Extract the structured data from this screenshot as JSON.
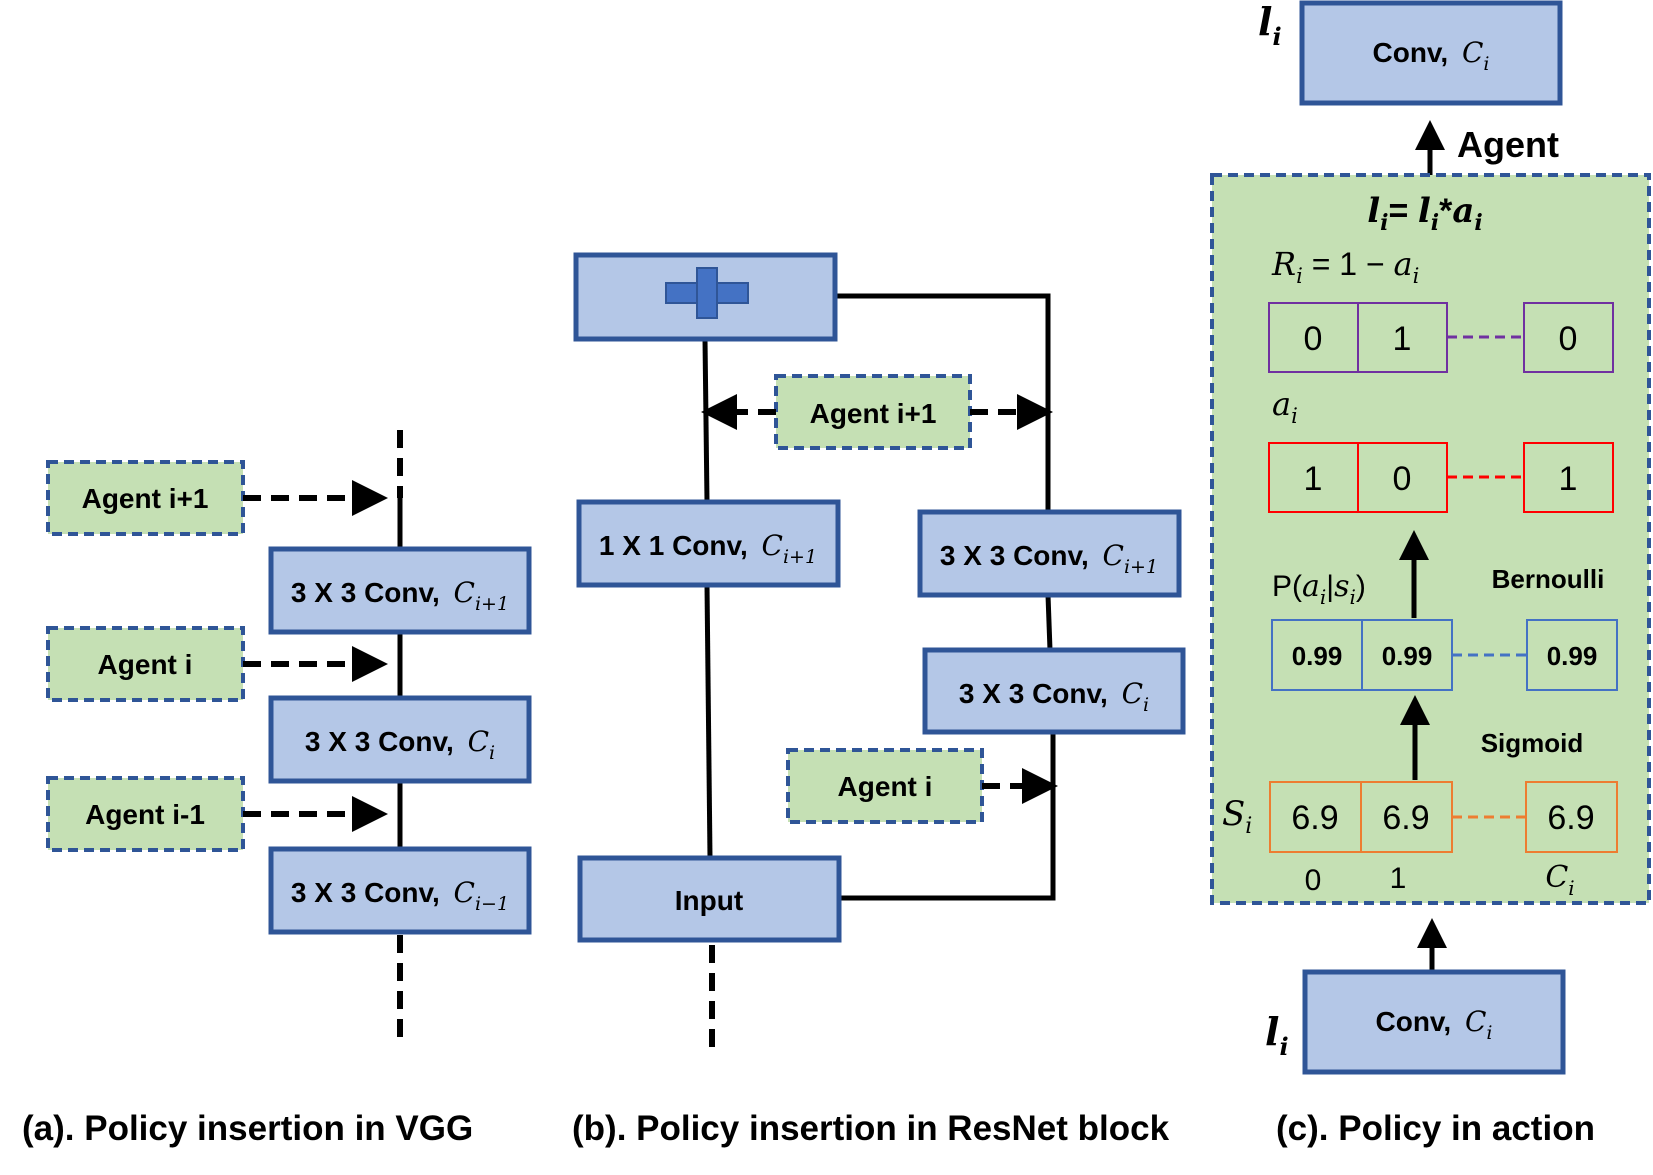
{
  "panel_a": {
    "agents": [
      "Agent i+1",
      "Agent i",
      "Agent i-1"
    ],
    "conv_prefix": "3 X 3 Conv,",
    "conv_subs": [
      "i+1",
      "i",
      "i−1"
    ],
    "caption": "(a). Policy insertion in VGG"
  },
  "panel_b": {
    "conv1x1_prefix": "1 X 1 Conv,",
    "conv3x3_prefix": "3 X 3 Conv,",
    "sub_next": "i+1",
    "sub_cur": "i",
    "agent_top": "Agent i+1",
    "agent_bottom": "Agent i",
    "input": "Input",
    "caption": "(b). Policy insertion in ResNet block"
  },
  "panel_c": {
    "label_l": "l",
    "label_sub": "i",
    "conv_prefix": "Conv,",
    "conv_var": "C",
    "agent": "Agent",
    "formula": {
      "l": "l",
      "sub": "i",
      "eq": "= ",
      "star": "*",
      "a": "a"
    },
    "r_formula": {
      "r": "R",
      "sub": "i",
      "rest": " = 1 − ",
      "a": "a"
    },
    "a_label": "a",
    "p_label": {
      "p": "P(",
      "a": "a",
      "bar": "|",
      "s": "s",
      "close": ")"
    },
    "bernoulli": "Bernoulli",
    "sigmoid": "Sigmoid",
    "s_label": "S",
    "r_values": [
      "0",
      "1",
      "0"
    ],
    "a_values": [
      "1",
      "0",
      "1"
    ],
    "p_values": [
      "0.99",
      "0.99",
      "0.99"
    ],
    "s_values": [
      "6.9",
      "6.9",
      "6.9"
    ],
    "index_labels": [
      "0",
      "1",
      "C"
    ],
    "caption": "(c). Policy in action",
    "colors": {
      "r_row": "#7030a0",
      "a_row": "#ff0000",
      "p_row": "#4472c4",
      "s_row": "#ed7d31"
    }
  }
}
